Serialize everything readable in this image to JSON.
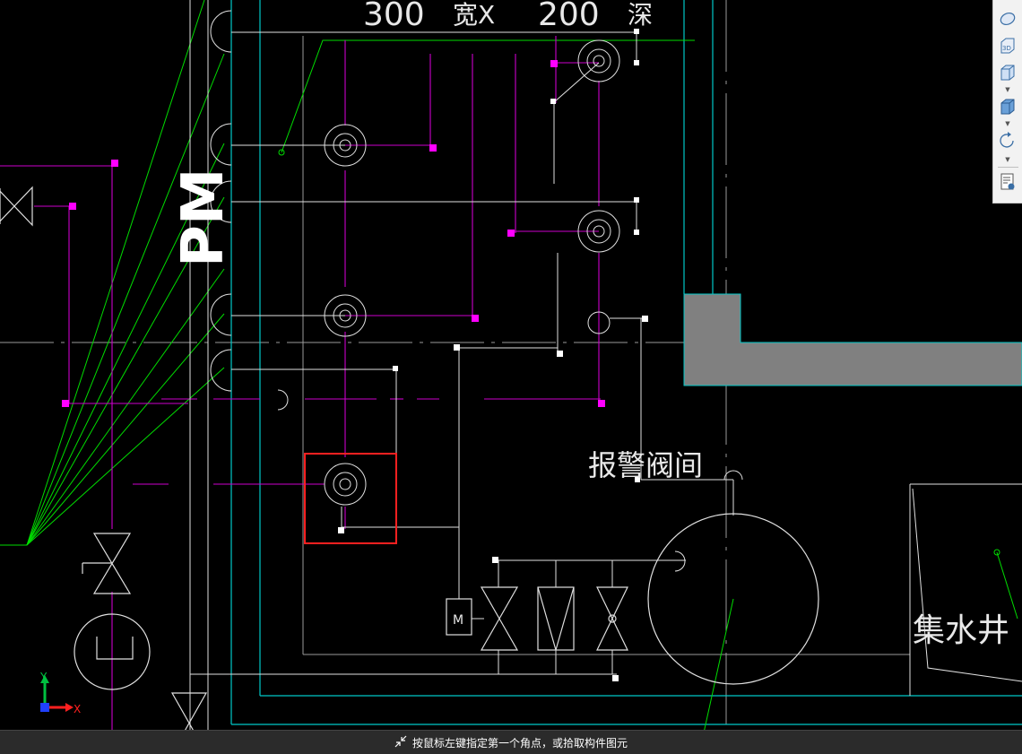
{
  "drawing": {
    "top_dimension_left": "300",
    "top_dimension_width_label": "宽X",
    "top_dimension_right": "200",
    "top_dimension_depth_label": "深",
    "pm_label": "PM",
    "alarm_valve_label": "报警阀间",
    "sump_label": "集水井",
    "valve_motor_label": "M"
  },
  "ucs": {
    "y_label": "Y",
    "x_label": "X"
  },
  "toolbar": {
    "tools": [
      {
        "name": "view-orbit-icon"
      },
      {
        "name": "view-3d-icon",
        "label": "3D"
      },
      {
        "name": "cube-view-icon"
      },
      {
        "name": "cube-shaded-icon"
      },
      {
        "name": "rotate-icon"
      },
      {
        "name": "properties-view-icon"
      }
    ]
  },
  "status": {
    "prompt": "按鼠标左键指定第一个角点，或拾取构件图元"
  },
  "colors": {
    "background": "#000000",
    "wall_cyan": "#00c8c8",
    "pipe_magenta": "#cc00cc",
    "leader_green": "#00dd00",
    "selection_red": "#ff2020",
    "grip_white": "#ffffff",
    "fill_gray": "#808080"
  }
}
